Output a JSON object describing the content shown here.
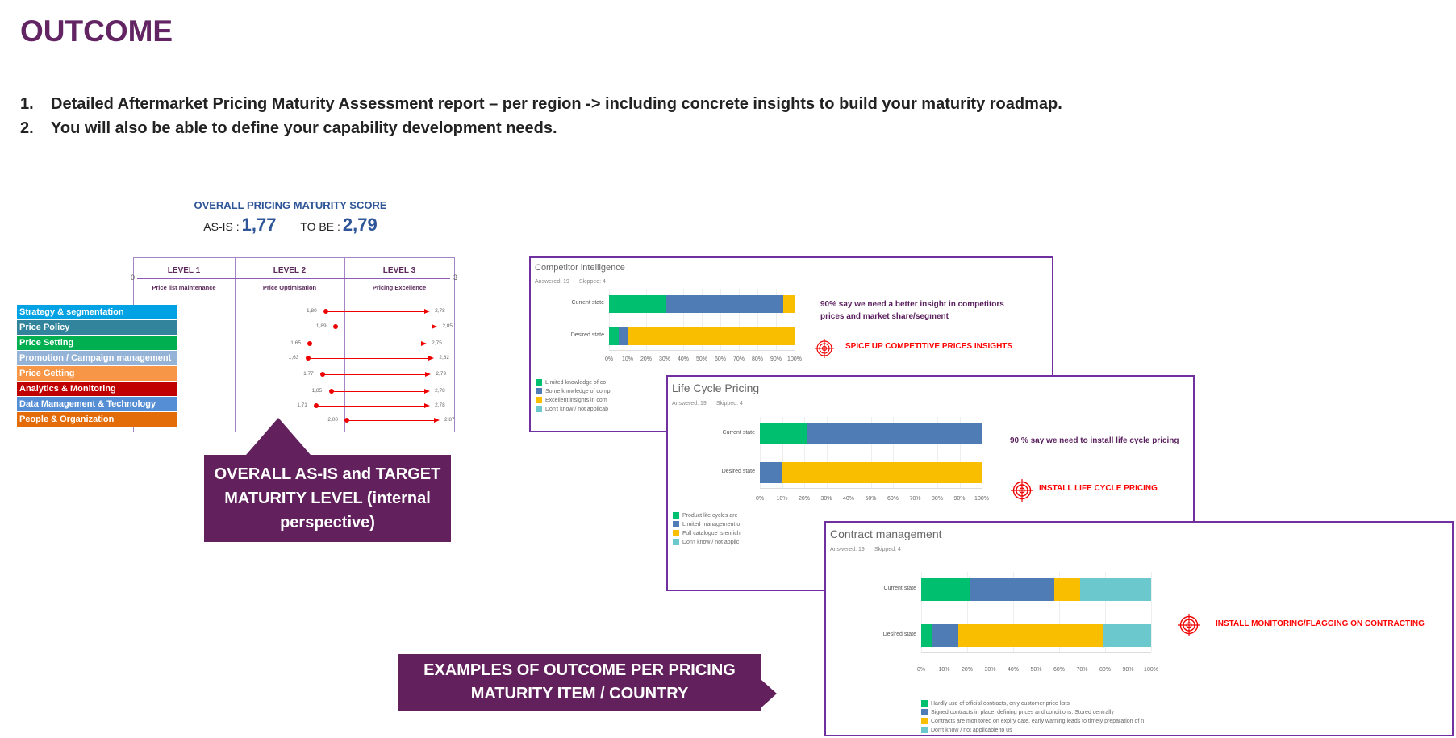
{
  "title": "OUTCOME",
  "points": [
    {
      "num": "1.",
      "text": "Detailed Aftermarket Pricing Maturity Assessment report – per region -> including concrete insights to build your maturity roadmap."
    },
    {
      "num": "2.",
      "text": "You will also be able to define your capability development needs."
    }
  ],
  "score": {
    "title": "OVERALL PRICING MATURITY SCORE",
    "as_is_label": "AS-IS :",
    "as_is": "1,77",
    "to_be_label": "TO BE :",
    "to_be": "2,79"
  },
  "levels": [
    {
      "name": "LEVEL 1",
      "sub": "Price list maintenance"
    },
    {
      "name": "LEVEL 2",
      "sub": "Price Optimisation"
    },
    {
      "name": "LEVEL 3",
      "sub": "Pricing Excellence"
    }
  ],
  "axis": {
    "min": "0",
    "max": "3"
  },
  "categories": [
    {
      "label": "Strategy & segmentation",
      "color": "#00a2e3",
      "as_is": 1.8,
      "to_be": 2.78,
      "as_is_text": "1,80",
      "to_be_text": "2,78"
    },
    {
      "label": "Price Policy",
      "color": "#31849b",
      "as_is": 1.89,
      "to_be": 2.85,
      "as_is_text": "1,89",
      "to_be_text": "2,85"
    },
    {
      "label": "Price Setting",
      "color": "#00b050",
      "as_is": 1.65,
      "to_be": 2.75,
      "as_is_text": "1,65",
      "to_be_text": "2,75"
    },
    {
      "label": "Promotion / Campaign management",
      "color": "#95b3d7",
      "as_is": 1.63,
      "to_be": 2.82,
      "as_is_text": "1,63",
      "to_be_text": "2,82"
    },
    {
      "label": "Price Getting",
      "color": "#f79646",
      "as_is": 1.77,
      "to_be": 2.79,
      "as_is_text": "1,77",
      "to_be_text": "2,79"
    },
    {
      "label": "Analytics & Monitoring",
      "color": "#c00000",
      "as_is": 1.85,
      "to_be": 2.78,
      "as_is_text": "1,85",
      "to_be_text": "2,78"
    },
    {
      "label": "Data Management & Technology",
      "color": "#558ed5",
      "as_is": 1.71,
      "to_be": 2.78,
      "as_is_text": "1,71",
      "to_be_text": "2,78"
    },
    {
      "label": "People & Organization",
      "color": "#e36c09",
      "as_is": 2.0,
      "to_be": 2.87,
      "as_is_text": "2,00",
      "to_be_text": "2,87"
    }
  ],
  "callout1": "OVERALL AS-IS and TARGET MATURITY LEVEL (internal perspective)",
  "callout2": "EXAMPLES OF OUTCOME PER PRICING MATURITY ITEM / COUNTRY",
  "colors": {
    "green": "#00bf6f",
    "blue": "#507cb6",
    "yellow": "#f9be00",
    "teal": "#6bc8cd"
  },
  "cards": [
    {
      "title": "Competitor intelligence",
      "answered": "Answered: 19",
      "skipped": "Skipped: 4",
      "rows": [
        {
          "label": "Current state",
          "values": [
            31,
            63,
            6,
            0
          ]
        },
        {
          "label": "Desired state",
          "values": [
            5,
            5,
            90,
            0
          ]
        }
      ],
      "ticks": [
        "0%",
        "10%",
        "20%",
        "30%",
        "40%",
        "50%",
        "60%",
        "70%",
        "80%",
        "90%",
        "100%"
      ],
      "legend": [
        "Limited knowledge of co",
        "Some knowledge of comp",
        "Excellent insights in com",
        "Don't know / not applicab"
      ],
      "insight": "90% say we need a better insight in competitors prices and market share/segment",
      "action": "SPICE UP COMPETITIVE PRICES INSIGHTS"
    },
    {
      "title": "Life Cycle Pricing",
      "answered": "Answered: 19",
      "skipped": "Skipped: 4",
      "rows": [
        {
          "label": "Current state",
          "values": [
            21,
            79,
            0,
            0
          ]
        },
        {
          "label": "Desired state",
          "values": [
            0,
            10,
            90,
            0
          ]
        }
      ],
      "ticks": [
        "0%",
        "10%",
        "20%",
        "30%",
        "40%",
        "50%",
        "60%",
        "70%",
        "80%",
        "90%",
        "100%"
      ],
      "legend": [
        "Product life cycles are",
        "Limited management o",
        "Full catalogue is enrich",
        "Don't know / not applic"
      ],
      "insight": "90 % say we need to install life cycle pricing",
      "action": "INSTALL LIFE CYCLE PRICING"
    },
    {
      "title": "Contract management",
      "answered": "Answered: 19",
      "skipped": "Skipped: 4",
      "rows": [
        {
          "label": "Current state",
          "values": [
            21,
            37,
            11,
            31
          ]
        },
        {
          "label": "Desired state",
          "values": [
            5,
            11,
            63,
            21
          ]
        }
      ],
      "ticks": [
        "0%",
        "10%",
        "20%",
        "30%",
        "40%",
        "50%",
        "60%",
        "70%",
        "80%",
        "90%",
        "100%"
      ],
      "legend": [
        "Hardly use of official contracts, only customer price lists",
        "Signed contracts in place, defining prices and conditions. Stored centrally",
        "Contracts are monitored on expiry date, early warning leads to timely preparation of n",
        "Don't know / not applicable to us"
      ],
      "insight": "",
      "action": "INSTALL MONITORING/FLAGGING  ON CONTRACTING"
    }
  ]
}
